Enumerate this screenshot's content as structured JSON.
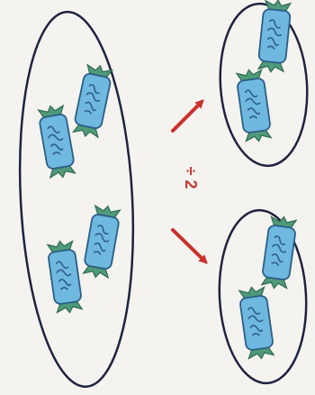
{
  "diagram": {
    "operation_text": "÷ 2",
    "colors": {
      "outline": "#1f2340",
      "arrow": "#c9302c",
      "wrapper_body": "#6fb8df",
      "wrapper_stroke": "#2b5e86",
      "wrapper_ends": "#4f9a78",
      "label_scribble": "#2e5f8a"
    },
    "groups": [
      {
        "id": "whole",
        "candy_count": 4
      },
      {
        "id": "part-top",
        "candy_count": 2
      },
      {
        "id": "part-bottom",
        "candy_count": 2
      }
    ]
  }
}
